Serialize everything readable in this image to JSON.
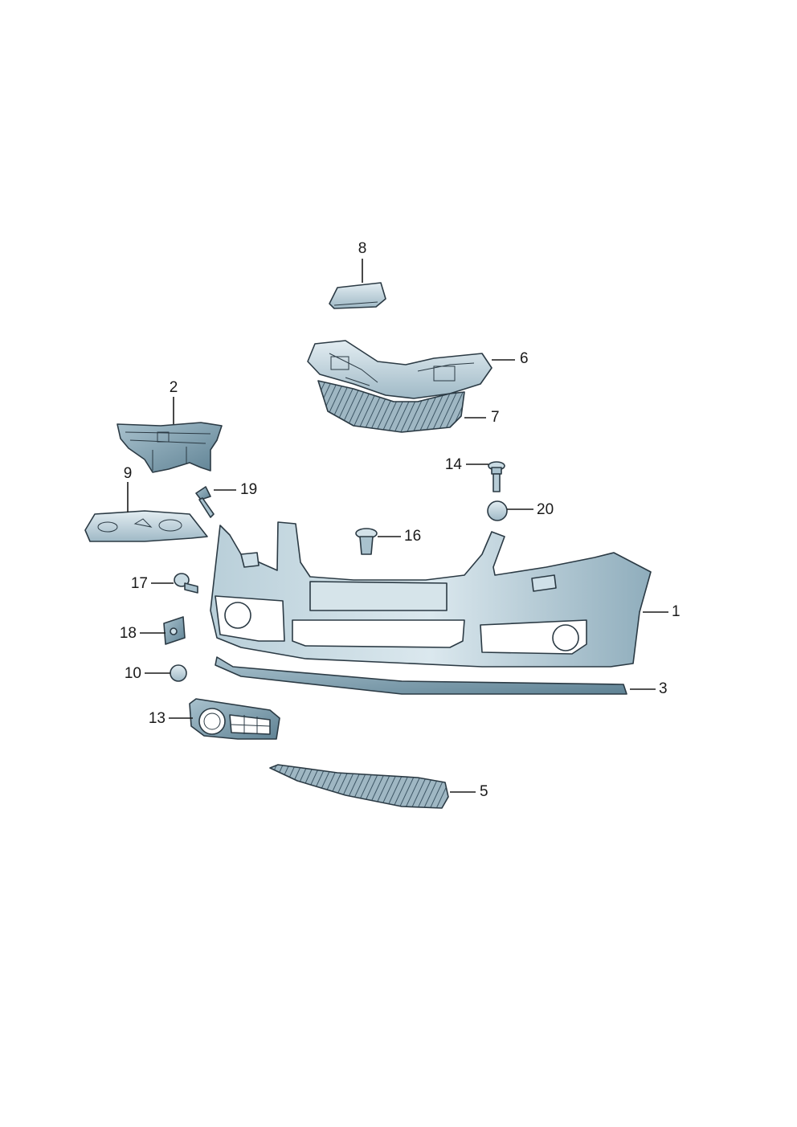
{
  "diagram": {
    "type": "exploded-parts-diagram",
    "colors": {
      "part_fill_light": "#cfe0e8",
      "part_fill_mid": "#a9c2ce",
      "part_fill_dark": "#6e8fa0",
      "outline": "#2b3a44",
      "text": "#1a1a1a"
    },
    "callouts": {
      "c1": "1",
      "c2": "2",
      "c3": "3",
      "c5": "5",
      "c6": "6",
      "c7": "7",
      "c8": "8",
      "c9": "9",
      "c10": "10",
      "c13": "13",
      "c14": "14",
      "c16": "16",
      "c17": "17",
      "c18": "18",
      "c19": "19",
      "c20": "20"
    }
  }
}
